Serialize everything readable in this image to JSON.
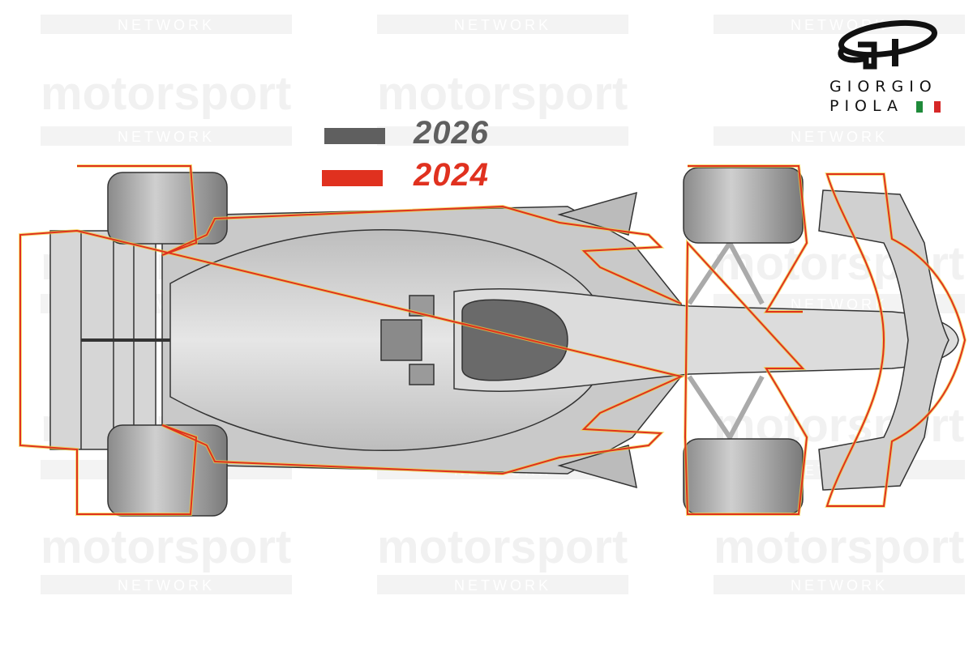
{
  "watermark": {
    "brand": "motorsport",
    "sub": "NETWORK"
  },
  "legend": {
    "items": [
      {
        "label": "2026",
        "color": "#5f5f5f"
      },
      {
        "label": "2024",
        "color": "#e0311f"
      }
    ]
  },
  "logo": {
    "line1": "GIORGIO",
    "line2": "PIOLA",
    "flag_colors": [
      "#1f8a3a",
      "#ffffff",
      "#d62828"
    ]
  },
  "colors": {
    "car_body": "#d4d4d4",
    "car_outline": "#333333",
    "outline_2024": "#e0311f",
    "outline_glow": "#f2d23c"
  }
}
